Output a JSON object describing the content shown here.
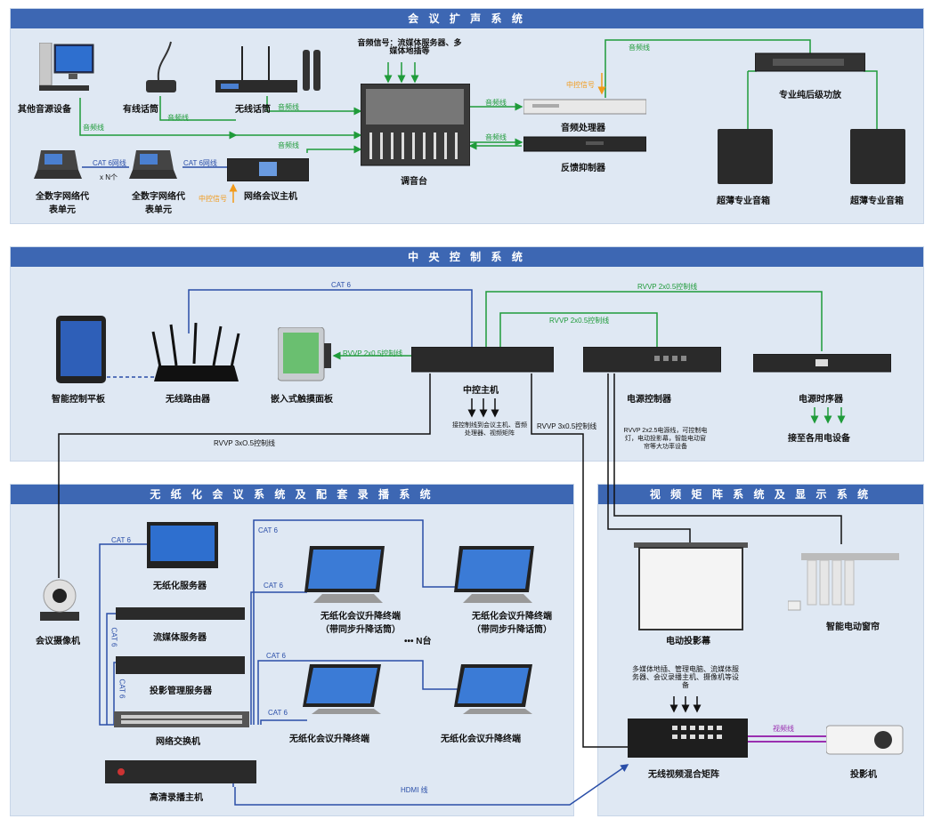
{
  "sections": {
    "audio": "会 议 扩 声 系 统",
    "control": "中 央 控 制 系 统",
    "paperless": "无 纸 化 会 议 系 统 及 配 套 录 播 系 统",
    "video": "视 频 矩 阵 系 统 及 显 示 系 统"
  },
  "audio": {
    "other_source": "其他音源设备",
    "wired_mic": "有线话筒",
    "wireless_mic": "无线话筒",
    "media_signal": "音频信号：流媒体服务器、多媒体地插等",
    "mixer": "调音台",
    "processor": "音频处理器",
    "feedback": "反馈抑制器",
    "amp": "专业纯后级功放",
    "speaker_left": "超薄专业音箱",
    "speaker_right": "超薄专业音箱",
    "delegate_a": "全数字网络代表单元",
    "delegate_b": "全数字网络代表单元",
    "host": "网络会议主机",
    "x_n": "x N个",
    "cat6_a": "CAT 6网线",
    "cat6_b": "CAT 6网线",
    "audio_line": "音频线",
    "control_signal_a": "中控信号",
    "control_signal_b": "中控信号"
  },
  "control": {
    "tablet": "智能控制平板",
    "router": "无线路由器",
    "panel": "嵌入式触摸面板",
    "central": "中控主机",
    "power_ctrl": "电源控制器",
    "sequencer": "电源时序器",
    "to_devices": "接至各用电设备",
    "central_note": "接控制线到会议主机、音频处理器、视频矩阵",
    "power_note": "RVVP 2x2.5电源线，可控制电灯，电动投影幕，智能电动窗帘等大功率设备",
    "cat6": "CAT 6",
    "rvvp_top": "RVVP 2x0.5控制线",
    "rvvp_mid": "RVVP 2x0.5控制线",
    "rvvp_panel": "RVVP 2x0.5控制线",
    "rvvp_camera": "RVVP 3xO.5控制线",
    "rvvp_matrix": "RVVP 3x0.5控制线"
  },
  "paperless": {
    "camera": "会议摄像机",
    "server": "无纸化服务器",
    "stream": "流媒体服务器",
    "proj_mgr": "投影管理服务器",
    "switch": "网络交换机",
    "recorder": "高清录播主机",
    "lift1": "无纸化会议升降终端（带同步升降话筒）",
    "lift2": "无纸化会议升降终端（带同步升降话筒）",
    "term1": "无纸化会议升降终端",
    "term2": "无纸化会议升降终端",
    "n_units": "••• N台",
    "cat6_1": "CAT 6",
    "cat6_2": "CAT 6",
    "cat6_3": "CAT 6",
    "cat6_4": "CAT 6",
    "cat6_5": "CAT 6",
    "cat6_6": "CAT 6",
    "cat6_7": "CAT 6",
    "hdmi": "HDMI 线"
  },
  "video": {
    "screen": "电动投影幕",
    "curtain": "智能电动窗帘",
    "sources": "多媒体地插、管理电脑、流媒体服务器、会议录播主机、摄像机等设备",
    "matrix": "无线视频混合矩阵",
    "projector": "投影机",
    "video_line": "视频线"
  },
  "colors": {
    "header": "#3d67b3",
    "panel": "#dfe8f3",
    "green": "#1f9b3a",
    "blue": "#2a4ea8",
    "orange": "#f29a1a",
    "purple": "#9a2fb0"
  }
}
